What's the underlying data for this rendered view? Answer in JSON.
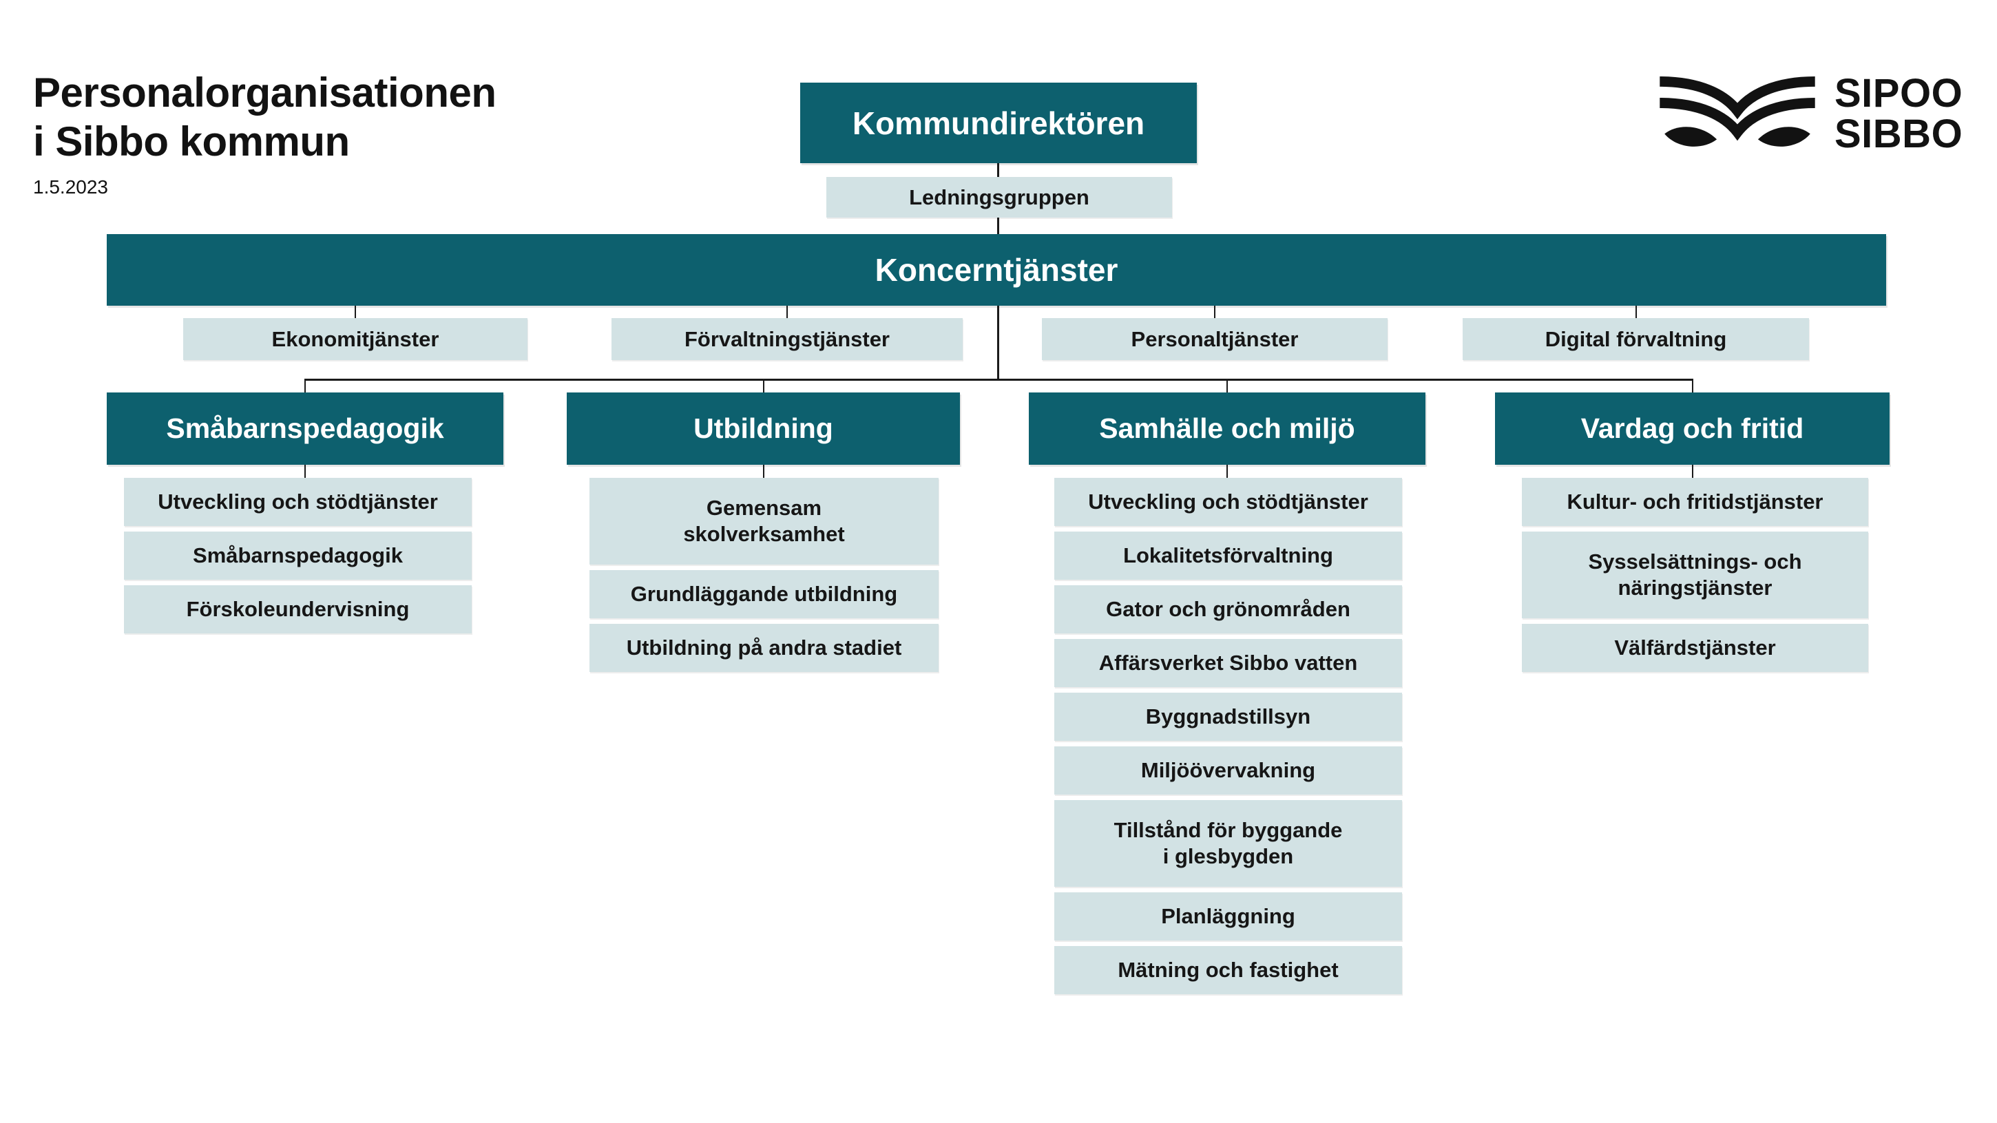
{
  "header": {
    "title_line1": "Personalorganisationen",
    "title_line2": "i Sibbo kommun",
    "date": "1.5.2023"
  },
  "logo": {
    "icon": "sipoo-wings-leaves-icon",
    "line1": "SIPOO",
    "line2": "SIBBO"
  },
  "colors": {
    "teal": "#0d606e",
    "light_box": "#d2e2e4",
    "text_dark": "#161616",
    "text_light": "#ffffff",
    "connector": "#1b1b1b",
    "background": "#ffffff"
  },
  "chart": {
    "root": "Kommundirektören",
    "staff": "Ledningsgruppen",
    "concern": {
      "label": "Koncerntjänster",
      "units": [
        "Ekonomitjänster",
        "Förvaltningstjänster",
        "Personaltjänster",
        "Digital förvaltning"
      ]
    },
    "divisions": [
      {
        "label": "Småbarnspedagogik",
        "units": [
          "Utveckling och stödtjänster",
          "Småbarnspedagogik",
          "Förskoleundervisning"
        ]
      },
      {
        "label": "Utbildning",
        "units": [
          "Gemensam\nskolverksamhet",
          "Grundläggande utbildning",
          "Utbildning på andra stadiet"
        ]
      },
      {
        "label": "Samhälle och miljö",
        "units": [
          "Utveckling och stödtjänster",
          "Lokalitetsförvaltning",
          "Gator och grönområden",
          "Affärsverket Sibbo vatten",
          "Byggnadstillsyn",
          "Miljöövervakning",
          "Tillstånd för byggande\ni glesbygden",
          "Planläggning",
          "Mätning och fastighet"
        ]
      },
      {
        "label": "Vardag och fritid",
        "units": [
          "Kultur- och fritidstjänster",
          "Sysselsättnings- och\nnäringstjänster",
          "Välfärdstjänster"
        ]
      }
    ]
  }
}
